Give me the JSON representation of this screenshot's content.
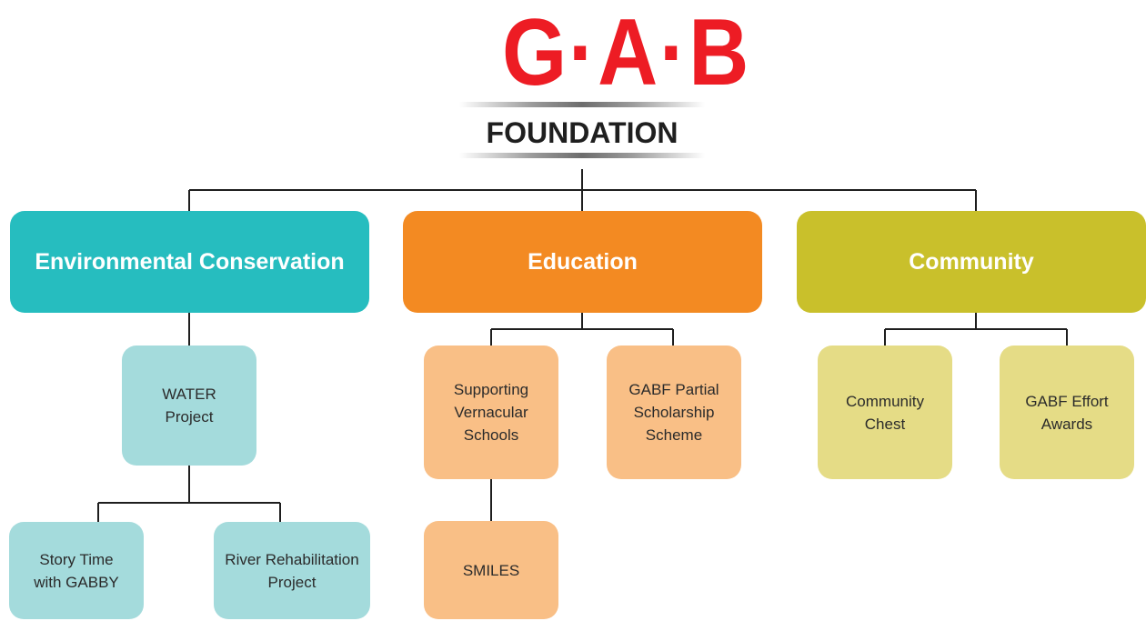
{
  "logo": {
    "wordmark": "G·A·B",
    "subtitle": "FOUNDATION"
  },
  "colors": {
    "brand_red": "#ed1c24",
    "environment": "#26bdbf",
    "environment_light": "#a4dbdc",
    "education": "#f38a22",
    "education_light": "#f9bf86",
    "community": "#c9c02b",
    "community_light": "#e5dc86",
    "connector": "#1e1e1e"
  },
  "categories": [
    {
      "label": "Environmental Conservation",
      "children": [
        {
          "label": "WATER\nProject",
          "children": [
            "Story Time\nwith GABBY",
            "River Rehabilitation\nProject"
          ]
        }
      ]
    },
    {
      "label": "Education",
      "children": [
        {
          "label": "Supporting\nVernacular\nSchools",
          "children": [
            "SMILES"
          ]
        },
        {
          "label": "GABF Partial\nScholarship\nScheme",
          "children": []
        }
      ]
    },
    {
      "label": "Community",
      "children": [
        {
          "label": "Community\nChest",
          "children": []
        },
        {
          "label": "GABF Effort\nAwards",
          "children": []
        }
      ]
    }
  ]
}
